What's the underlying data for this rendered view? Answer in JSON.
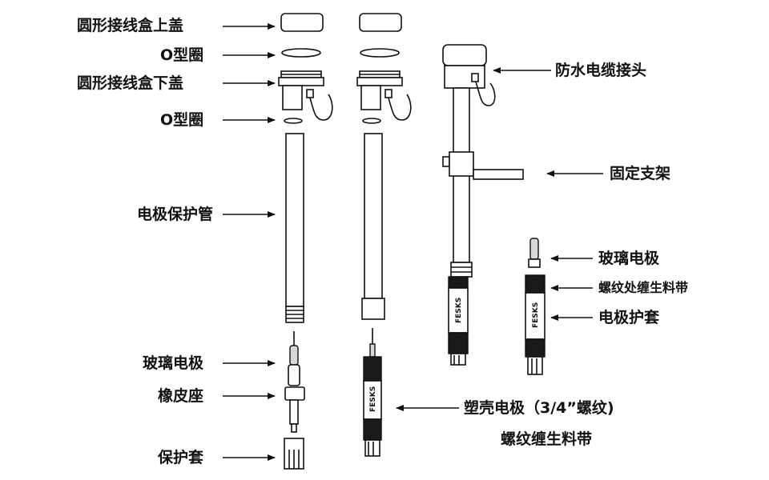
{
  "labels": {
    "round_box_top_cover": "圆形接线盒上盖",
    "o_ring_1": "O型圈",
    "round_box_bottom_cover": "圆形接线盒下盖",
    "o_ring_2": "O型圈",
    "electrode_protection_tube": "电极保护管",
    "glass_electrode_left": "玻璃电极",
    "rubber_seat": "橡皮座",
    "protective_cover": "保护套",
    "waterproof_cable_connector": "防水电缆接头",
    "fixing_bracket": "固定支架",
    "glass_electrode_right": "玻璃电极",
    "thread_tape_note": "螺纹处缠生料带",
    "electrode_jacket": "电极护套",
    "plastic_electrode": "塑壳电极（3/4”螺纹)",
    "thread_tape": "螺纹缠生料带"
  },
  "brand": {
    "text": "FESKS"
  },
  "colors": {
    "ink": "#111111",
    "dark_fill": "#1a1a1a",
    "grey_fill": "#d8d8d8",
    "background": "#ffffff"
  }
}
